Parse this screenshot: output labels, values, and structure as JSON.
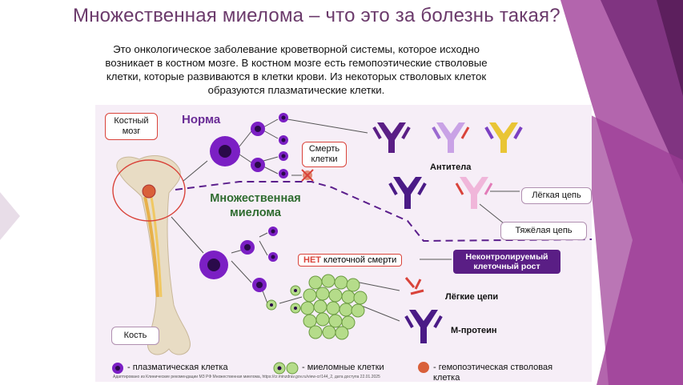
{
  "slide": {
    "title": "Множественная миелома – что это за болезнь такая?",
    "intro": "Это онкологическое заболевание кроветворной системы, которое исходно возникает в костном мозге. В костном мозге есть гемопоэтические стволовые клетки, которые развиваются в клетки крови. Из некоторых стволовых клеток образуются плазматические клетки."
  },
  "figure": {
    "labels": {
      "bone_marrow": "Костный мозг",
      "norm": "Норма",
      "cell_death": "Смерть клетки",
      "antibodies": "Антитела",
      "light_chain": "Лёгкая цепь",
      "heavy_chain": "Тяжёлая цепь",
      "multiple_myeloma": "Множественная миелома",
      "no_prefix": "НЕТ",
      "no_cell_death_rest": " клеточной смерти",
      "uncontrolled_growth": "Неконтролируемый клеточный рост",
      "light_chains": "Лёгкие цепи",
      "m_protein": "М-протеин",
      "bone": "Кость"
    },
    "legend": {
      "plasma": "- плазматическая клетка",
      "myeloma": "- миеломные клетки",
      "stem": "- гемопоэтическая стволовая клетка"
    },
    "footnote": "Адаптировано из Клинические рекомендации МЗ РФ Множественная миелома, https://cr.minzdrav.gov.ru/view-cr/144_2, дата доступа 22.01.2025"
  },
  "colors": {
    "title": "#6b3a6b",
    "plasma_cell": "#7b1fc4",
    "myeloma_cell": "#b5dc8a",
    "stem_cell": "#d9603a",
    "dark_antibody": "#4a1a86",
    "mid_antibody": "#7b3fc2",
    "light_antibody": "#c9a2e6",
    "yellow_antibody": "#e9c535",
    "pink_antibody": "#f0b6da",
    "heavy_stroke": "#d9433a",
    "dashed_path": "#5b1e8c"
  }
}
